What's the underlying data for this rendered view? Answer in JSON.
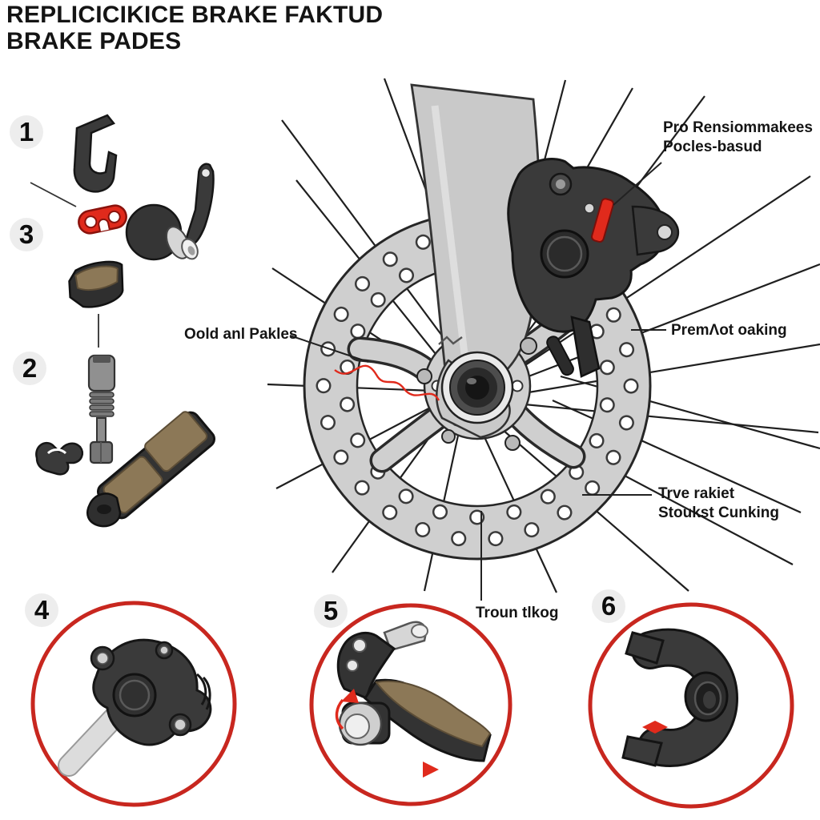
{
  "title": {
    "line1": "REPLICICIKICE BRAKE FAKTUD",
    "line2": "BRAKE PADES"
  },
  "step_badges": {
    "step1": "1",
    "step3": "3",
    "step2": "2",
    "step4": "4",
    "step5": "5",
    "step6": "6"
  },
  "callouts": {
    "caliper": {
      "line1": "Pro Rensiommakees",
      "line2": "Pocles-basud"
    },
    "rotor_right": {
      "line1": "PremΛot oaking"
    },
    "old_pads": {
      "line1": "Oold anl Pakles"
    },
    "rotor_lower_right": {
      "line1": "Trve rakiet",
      "line2": "Stoukst Cunking"
    },
    "bottom_center": {
      "line1": "Troun tlkog"
    }
  },
  "colors": {
    "accent_red": "#e02a1c",
    "ring_red": "#c8271f",
    "part_dark": "#3a3a3a",
    "outline_dark": "#161616",
    "pad_brown": "#8c7857",
    "rotor_gray": "#cfcfcf",
    "fork_gray": "#c9c9c9",
    "silver": "#d6d6d6",
    "badge_bg": "#ededed",
    "text_dark": "#141414"
  }
}
